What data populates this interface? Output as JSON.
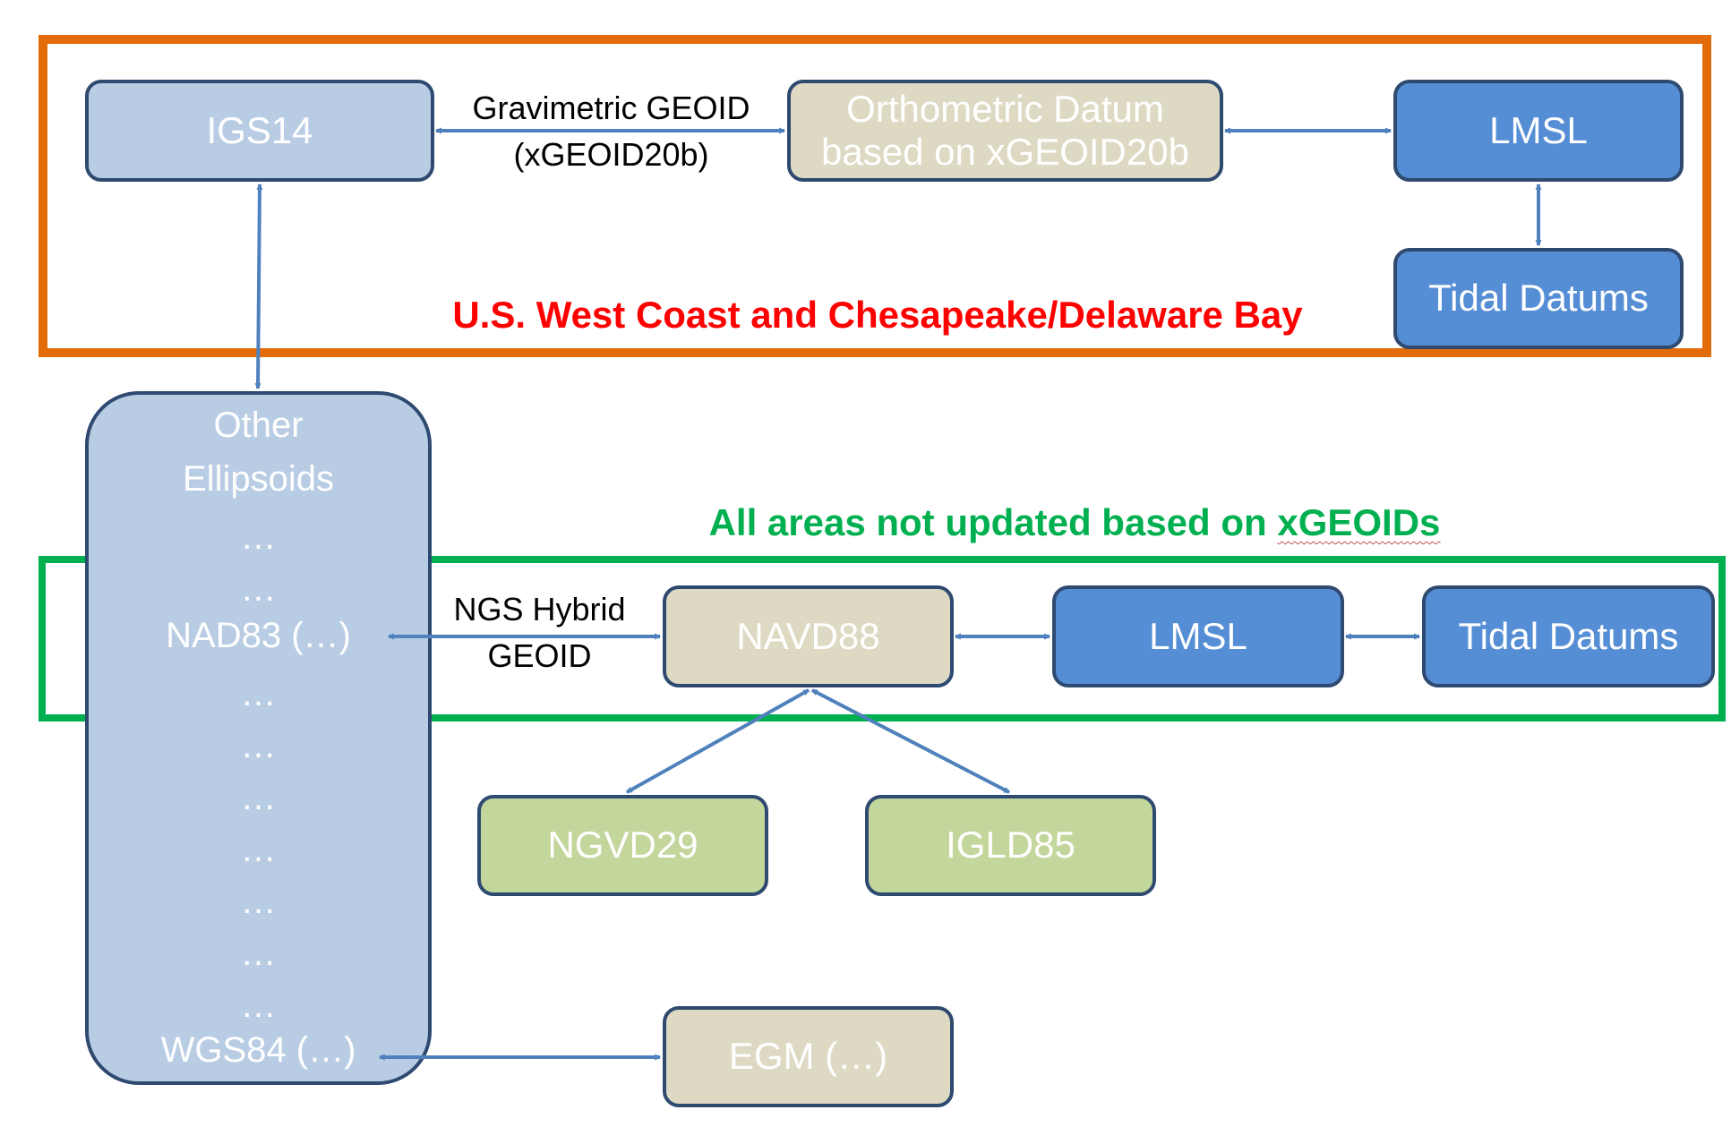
{
  "top_region": {
    "caption": "U.S. West Coast and Chesapeake/Delaware Bay",
    "nodes": {
      "igs14": "IGS14",
      "orthometric_line1": "Orthometric Datum",
      "orthometric_line2": "based on xGEOID20b",
      "lmsl": "LMSL",
      "tidal": "Tidal Datums"
    },
    "edge_label_line1": "Gravimetric GEOID",
    "edge_label_line2": "(xGEOID20b)"
  },
  "ellipsoids": {
    "line1": "Other",
    "line2": "Ellipsoids",
    "ellipsis": "…",
    "nad83": "NAD83 (…)",
    "wgs84": "WGS84 (…)"
  },
  "bottom_region": {
    "caption_prefix": "All areas not updated based on ",
    "caption_link": "xGEOIDs",
    "edge_label_line1": "NGS Hybrid",
    "edge_label_line2": "GEOID",
    "nodes": {
      "navd88": "NAVD88",
      "lmsl": "LMSL",
      "tidal": "Tidal Datums"
    }
  },
  "other_nodes": {
    "ngvd29": "NGVD29",
    "igld85": "IGLD85",
    "egm": "EGM (…)"
  },
  "colors": {
    "orange_frame": "#e36c0a",
    "green_frame": "#00b050",
    "red_caption": "#ff0000",
    "arrow": "#4f81bd",
    "light_blue": "#b8cce4",
    "dark_blue": "#558ed5",
    "tan": "#ddd9c3",
    "green_box": "#c3d69b"
  }
}
